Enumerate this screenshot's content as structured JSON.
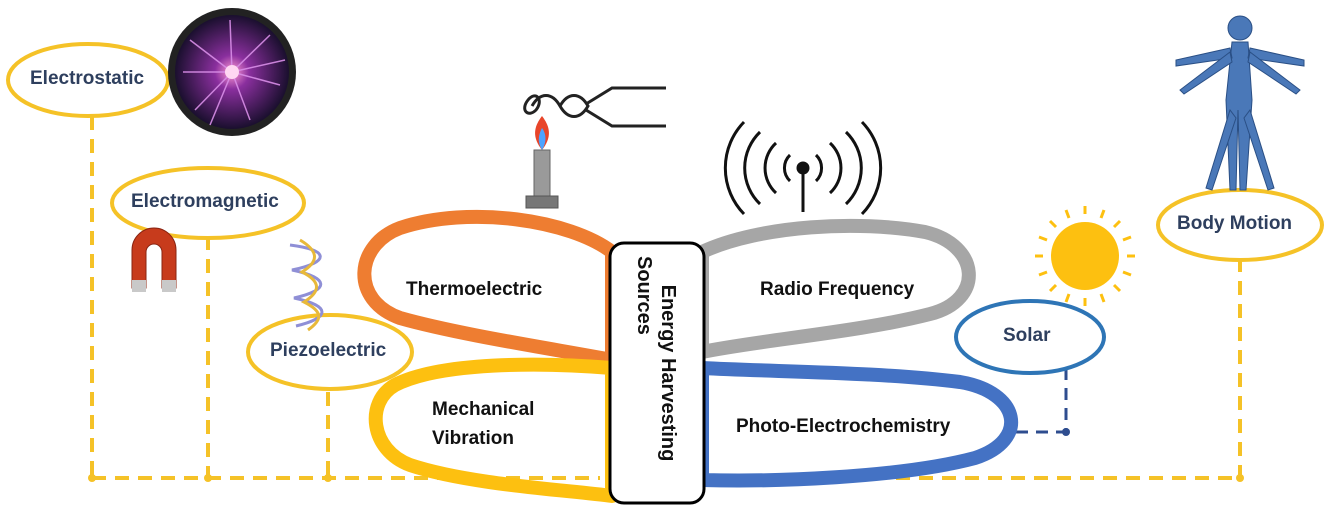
{
  "center": {
    "line1": "Energy Harvesting",
    "line2": "Sources"
  },
  "petals": {
    "thermoelectric": "Thermoelectric",
    "mechanical_line1": "Mechanical",
    "mechanical_line2": "Vibration",
    "radio": "Radio Frequency",
    "photo": "Photo-Electrochemistry"
  },
  "bubbles": {
    "electrostatic": "Electrostatic",
    "electromagnetic": "Electromagnetic",
    "piezoelectric": "Piezoelectric",
    "solar": "Solar",
    "body_motion": "Body Motion"
  },
  "colors": {
    "thermo": "#ee7d31",
    "mechanical": "#fdc010",
    "radio": "#a6a6a6",
    "photo": "#4472c4",
    "bubble_border": "#f5c227",
    "solar_border": "#2e75b6",
    "dash": "#f5c227"
  },
  "icons": [
    "plasma-ball-icon",
    "horseshoe-magnet-icon",
    "piezo-spiral-icon",
    "thermocouple-flame-icon",
    "antenna-waves-icon",
    "sun-icon",
    "human-body-icon"
  ]
}
